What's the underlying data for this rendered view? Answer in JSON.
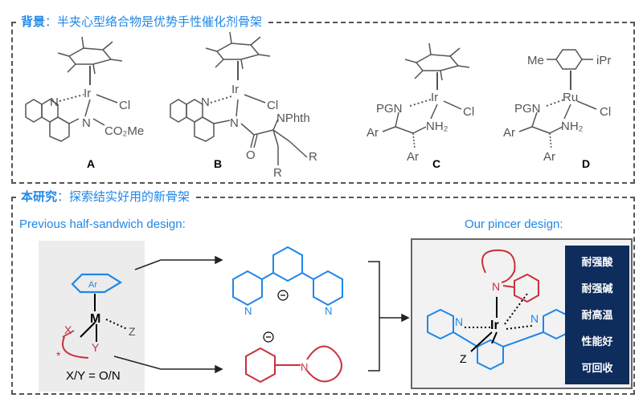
{
  "section1": {
    "title_key": "背景",
    "title_rest": "：半夹心型络合物是优势手性催化剂骨架"
  },
  "section2": {
    "title_key": "本研究",
    "title_rest": "：探索结实好用的新骨架"
  },
  "compounds": {
    "A": {
      "label": "A",
      "metal": "Ir",
      "texts": [
        "N",
        "Cl",
        "N",
        "CO₂Me"
      ]
    },
    "B": {
      "label": "B",
      "metal": "Ir",
      "texts": [
        "N",
        "Cl",
        "N",
        "NPhth",
        "O",
        "R",
        "R"
      ]
    },
    "C": {
      "label": "C",
      "metal": "Ir",
      "texts": [
        "PGN",
        "Cl",
        "NH₂",
        "Ar",
        "Ar"
      ]
    },
    "D": {
      "label": "D",
      "metal": "Ru",
      "texts": [
        "Me",
        "iPr",
        "PGN",
        "Cl",
        "NH₂",
        "Ar",
        "Ar"
      ]
    }
  },
  "previous_label": "Previous half-sandwich design:",
  "pincer_label": "Our pincer design:",
  "generic": {
    "ar": "Ar",
    "metal": "M",
    "x": "X",
    "y": "Y",
    "z": "Z",
    "star": "*",
    "xy_def": "X/Y = O/N"
  },
  "pincer": {
    "metal": "Ir",
    "z": "Z",
    "n": "N"
  },
  "properties": [
    "耐强酸",
    "耐强碱",
    "耐高温",
    "性能好",
    "可回收"
  ],
  "colors": {
    "blue": "#1f87e8",
    "red": "#c8323c",
    "navy": "#0e2c5c",
    "gray": "#555555"
  }
}
